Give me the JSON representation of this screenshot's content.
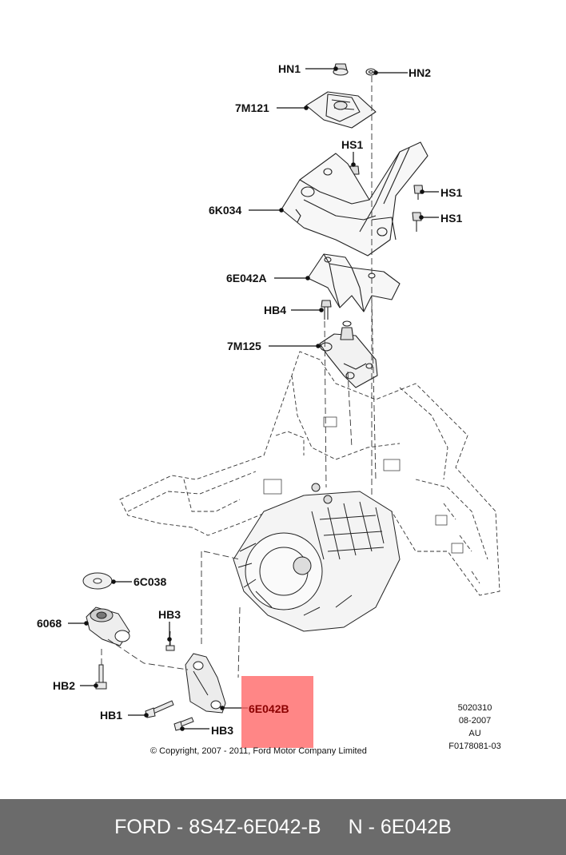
{
  "labels": {
    "hn1": "HN1",
    "hn2": "HN2",
    "p7m121": "7M121",
    "hs1_top": "HS1",
    "hs1_right_a": "HS1",
    "hs1_right_b": "HS1",
    "p6k034": "6K034",
    "p6e042a": "6E042A",
    "hb4": "HB4",
    "p7m125": "7M125",
    "p6c038": "6C038",
    "p6068": "6068",
    "hb3_top": "HB3",
    "hb2": "HB2",
    "hb1": "HB1",
    "hb3_bottom": "HB3",
    "p6e042b": "6E042B"
  },
  "meta": {
    "line1": "5020310",
    "line2": "08-2007",
    "line3": "AU",
    "line4": "F0178081-03"
  },
  "copyright": "© Copyright, 2007 - 2011, Ford Motor Company Limited",
  "footer": {
    "part": "FORD - 8S4Z-6E042-B",
    "ref": "N - 6E042B"
  },
  "colors": {
    "highlight": "#ff6464",
    "footer_bg": "#6b6b6b"
  }
}
